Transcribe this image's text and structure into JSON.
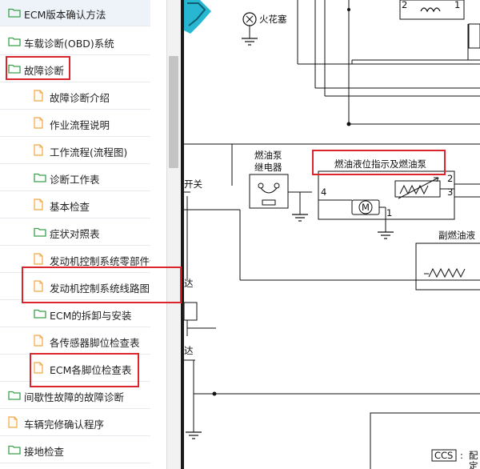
{
  "tree": {
    "items": [
      {
        "label": "ECM版本确认方法",
        "icon": "folder-open-icon",
        "depth": 0
      },
      {
        "label": "车载诊断(OBD)系统",
        "icon": "folder-icon",
        "depth": 0
      },
      {
        "label": "故障诊断",
        "icon": "folder-open-icon",
        "depth": 0
      },
      {
        "label": "故障诊断介绍",
        "icon": "document-icon",
        "depth": 1
      },
      {
        "label": "作业流程说明",
        "icon": "document-icon",
        "depth": 1
      },
      {
        "label": "工作流程(流程图)",
        "icon": "document-icon",
        "depth": 1
      },
      {
        "label": "诊断工作表",
        "icon": "folder-icon",
        "depth": 1
      },
      {
        "label": "基本检查",
        "icon": "document-icon",
        "depth": 1
      },
      {
        "label": "症状对照表",
        "icon": "folder-icon",
        "depth": 1
      },
      {
        "label": "发动机控制系统零部件位置",
        "icon": "document-icon",
        "depth": 1
      },
      {
        "label": "发动机控制系统线路图",
        "icon": "document-icon",
        "depth": 1
      },
      {
        "label": "ECM的拆卸与安装",
        "icon": "folder-icon",
        "depth": 1
      },
      {
        "label": "各传感器脚位检查表",
        "icon": "document-icon",
        "depth": 1
      },
      {
        "label": "ECM各脚位检查表",
        "icon": "document-icon",
        "depth": 1
      },
      {
        "label": "间歇性故障的故障诊断",
        "icon": "folder-icon",
        "depth": 0
      },
      {
        "label": "车辆完修确认程序",
        "icon": "document-icon",
        "depth": 0
      },
      {
        "label": "接地检查",
        "icon": "folder-icon",
        "depth": 0
      }
    ]
  },
  "diagram": {
    "spark_plug": "火花塞",
    "fuel_pump_relay_line1": "燃油泵",
    "fuel_pump_relay_line2": "继电器",
    "fuel_level_pump": "燃油液位指示及燃油泵",
    "aux_fuel_gauge": "副燃油液",
    "switch_partial": "开关",
    "motor_label": "M",
    "partial_da_1": "达",
    "partial_da_2": "达",
    "ccs_box": "CCS",
    "ccs_desc": "配",
    "bottom_partial": "定",
    "pin_1": "1",
    "pin_2": "2",
    "pin_3": "3",
    "pin_4": "4",
    "coil_pin_2": "2",
    "coil_pin_1": "1"
  },
  "colors": {
    "highlight": "#d9252b",
    "folder": "#3aa14a",
    "document": "#f0a848",
    "selected_row": "#eef3f9"
  }
}
